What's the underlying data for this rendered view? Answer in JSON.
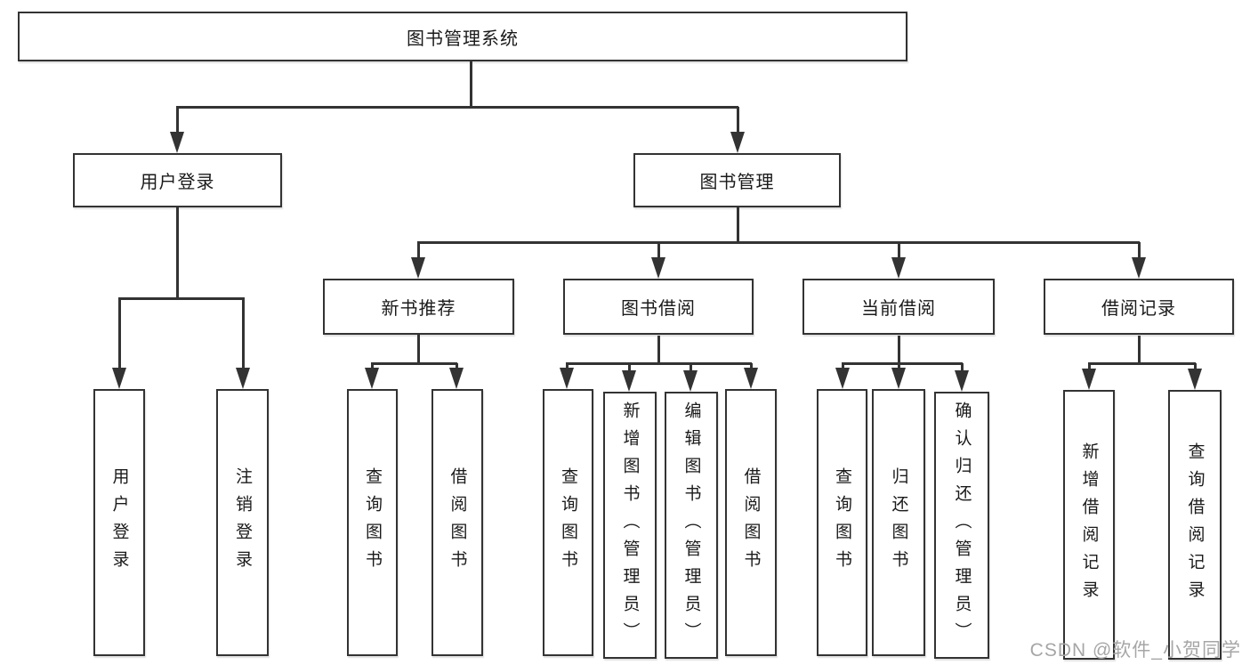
{
  "diagram": {
    "title": "图书管理系统",
    "level2": {
      "user_login": {
        "label": "用户登录"
      },
      "book_management": {
        "label": "图书管理"
      }
    },
    "level3": {
      "new_book_recommend": {
        "label": "新书推荐"
      },
      "book_borrowing": {
        "label": "图书借阅"
      },
      "current_borrowing": {
        "label": "当前借阅"
      },
      "borrowing_records": {
        "label": "借阅记录"
      }
    },
    "leaves": {
      "user_login_leaf": {
        "label": "用户登录"
      },
      "logout_leaf": {
        "label": "注销登录"
      },
      "recommend_query_books": {
        "label": "查询图书"
      },
      "recommend_borrow_books": {
        "label": "借阅图书"
      },
      "borrowing_query_books": {
        "label": "查询图书"
      },
      "borrowing_add_books_admin": {
        "label": "新增图书（管理员）"
      },
      "borrowing_edit_books_admin": {
        "label": "编辑图书（管理员）"
      },
      "borrowing_borrow_books": {
        "label": "借阅图书"
      },
      "current_query_books": {
        "label": "查询图书"
      },
      "current_return_books": {
        "label": "归还图书"
      },
      "current_confirm_return_admin": {
        "label": "确认归还（管理员）"
      },
      "records_add_record": {
        "label": "新增借阅记录"
      },
      "records_query_record": {
        "label": "查询借阅记录"
      }
    }
  },
  "watermark": {
    "text": "CSDN @软件_小贺同学"
  },
  "colors": {
    "line": "#333333",
    "text": "#1a1a1a",
    "background": "#ffffff",
    "watermark": "#a6a6a6"
  }
}
